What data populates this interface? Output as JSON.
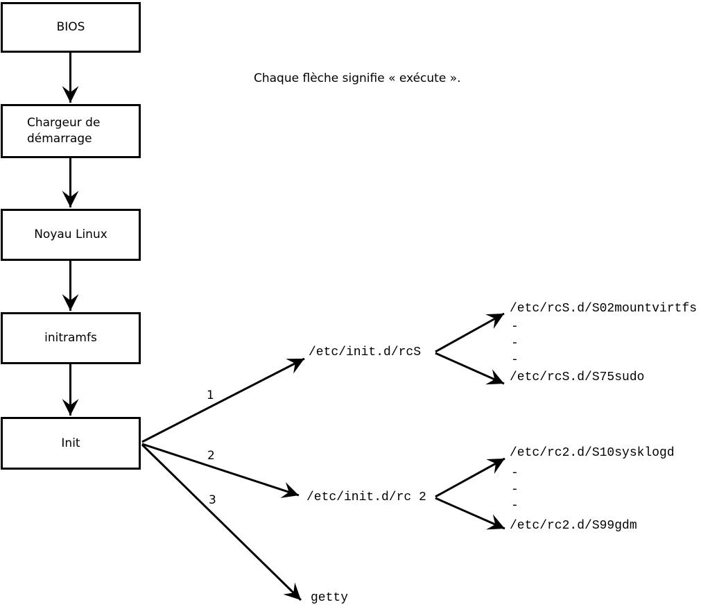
{
  "note": "Chaque flèche signifie « exécute ».",
  "colors": {
    "ink": "#000000",
    "background": "#ffffff"
  },
  "flow_boxes": [
    {
      "label": "BIOS"
    },
    {
      "label": "Chargeur de démarrage"
    },
    {
      "label": "Noyau Linux"
    },
    {
      "label": "initramfs"
    },
    {
      "label": "Init"
    }
  ],
  "branches": [
    {
      "number": "1",
      "target": "/etc/init.d/rcS",
      "children": [
        "/etc/rcS.d/S02mountvirtfs",
        "-",
        "-",
        "-",
        "/etc/rcS.d/S75sudo"
      ]
    },
    {
      "number": "2",
      "target": "/etc/init.d/rc 2",
      "children": [
        "/etc/rc2.d/S10sysklogd",
        "-",
        "-",
        "-",
        "/etc/rc2.d/S99gdm"
      ]
    },
    {
      "number": "3",
      "target": "getty",
      "children": []
    }
  ]
}
